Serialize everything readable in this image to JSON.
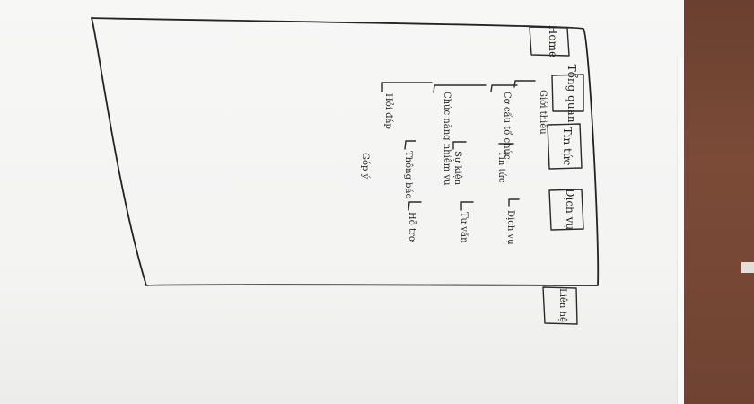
{
  "image": {
    "kind": "hand-drawn sitemap sketch photographed sideways",
    "colors": {
      "paper": "#f5f5f3",
      "ink": "#232323",
      "desk": "#6f4332"
    }
  },
  "diagram": {
    "nodes": {
      "home": "Home",
      "tab_1": "Tổng quan",
      "tab_2": "Tin tức",
      "tab_3": "Dịch vụ",
      "tab_4": "Liên hệ"
    },
    "branches": {
      "overview": [
        "Giới thiệu",
        "Cơ cấu tổ chức",
        "Chức năng nhiệm vụ"
      ],
      "news": [
        "Tin tức",
        "Sự kiện",
        "Thông báo"
      ],
      "services": [
        "Dịch vụ",
        "Tư vấn",
        "Hỗ trợ"
      ],
      "contact": [
        "Hỏi đáp",
        "Góp ý"
      ]
    }
  }
}
